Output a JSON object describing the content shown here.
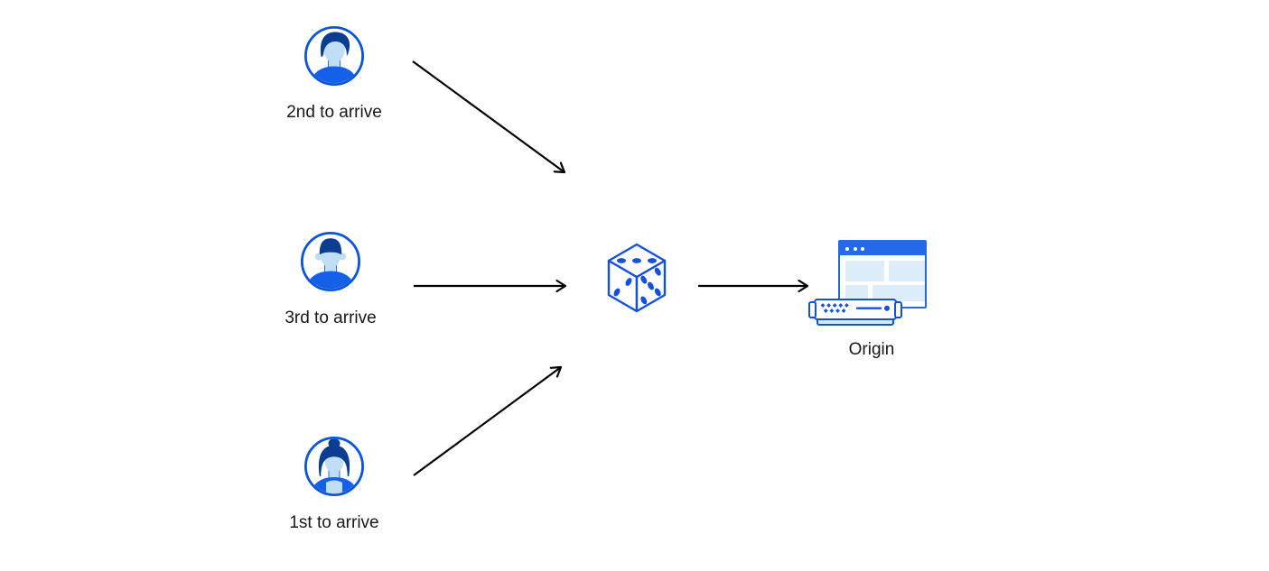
{
  "diagram": {
    "clients": [
      {
        "label": "2nd to arrive",
        "icon": "man-swept-hair-avatar-icon"
      },
      {
        "label": "3rd to arrive",
        "icon": "man-flat-hair-avatar-icon"
      },
      {
        "label": "1st to arrive",
        "icon": "woman-bun-hair-avatar-icon"
      }
    ],
    "randomizer": {
      "icon": "dice-icon"
    },
    "origin": {
      "label": "Origin",
      "icons": [
        "browser-window-icon",
        "server-icon"
      ]
    },
    "colors": {
      "primary_blue": "#0b55dc",
      "shirt_blue": "#1560e8",
      "dark_navy": "#0b3d91",
      "skin_light_blue": "#bfddf5",
      "titlebar_blue": "#2369e8",
      "panel_light_blue": "#dcedf9",
      "tray_light_blue": "#d5ebfa",
      "arrow_black": "#000000",
      "label_text": "#17181a",
      "background": "#ffffff"
    }
  }
}
